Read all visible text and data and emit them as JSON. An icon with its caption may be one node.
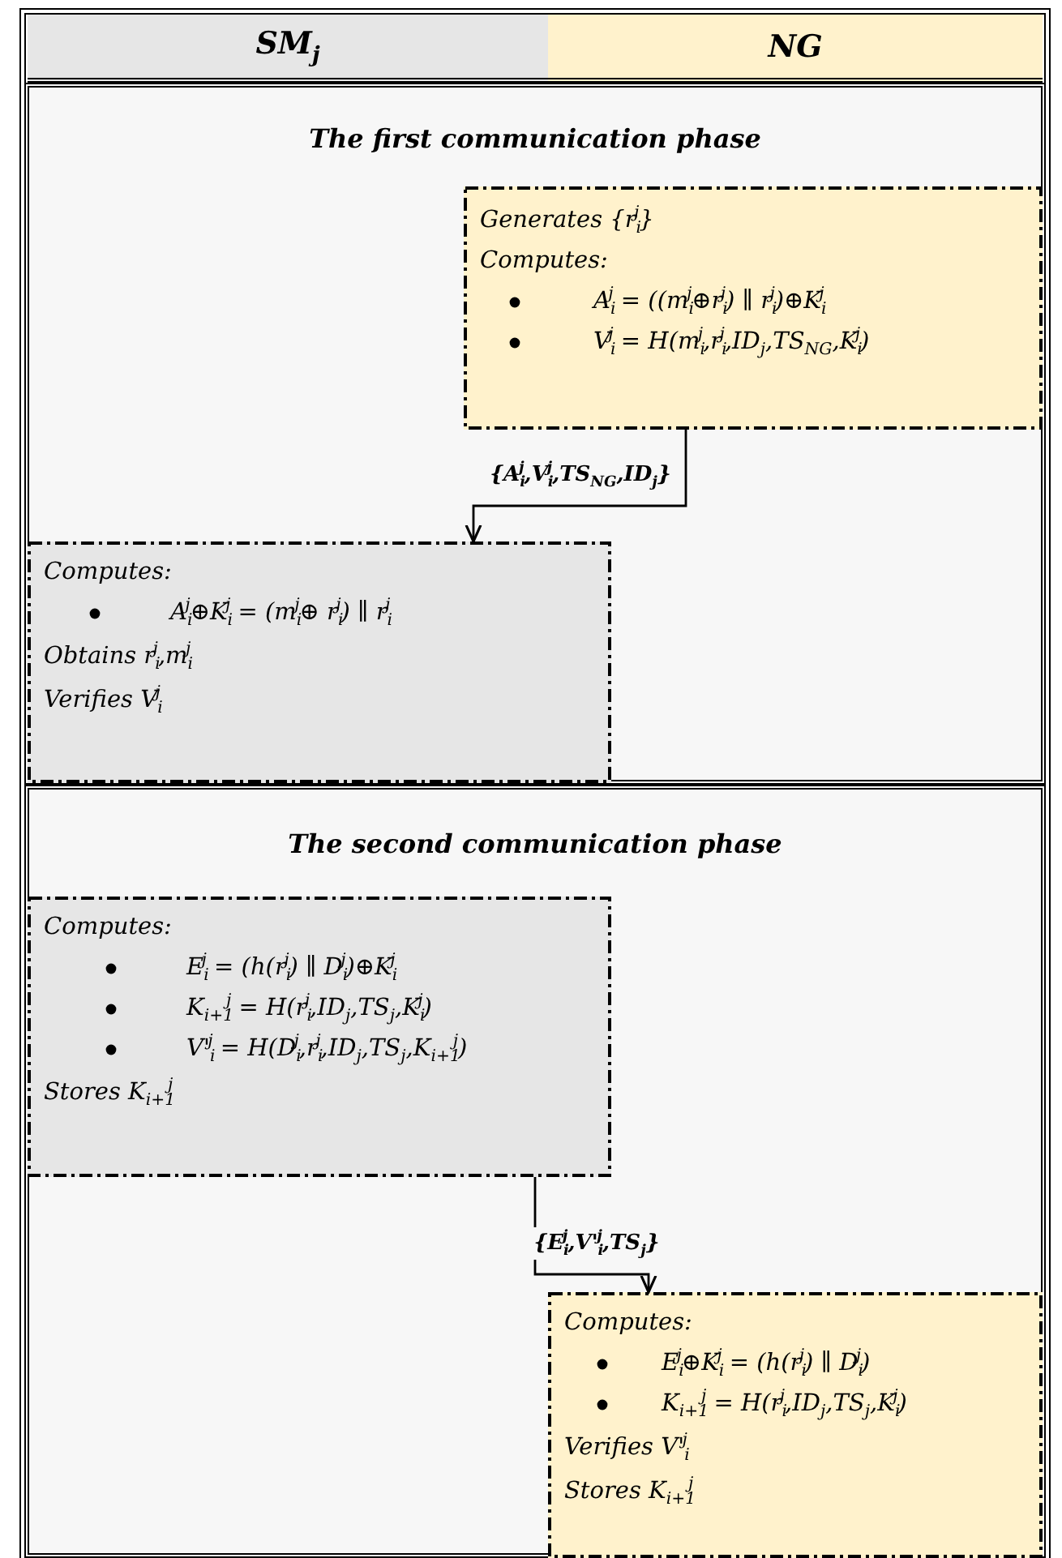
{
  "diagram": {
    "nodes": [
      {
        "text": [
          "SM$_{j}$"
        ]
      },
      {
        "text": [
          "NG"
        ]
      },
      {
        "text": [
          "The first communication phase"
        ]
      },
      {
        "text": [
          "Generates {r$_{i}$$^{j}$}",
          "Computes:",
          "A$_{i}$$^{j}$ = ((m$_{i}$$^{j}$⊕r$_{i}$$^{j}$) ∥ r$_{i}$$^{j}$)⊕K$_{i}$$^{j}$",
          "V$_{i}$$^{j}$ = H(m$_{i}$$^{j}$,r$_{i}$$^{j}$,ID$_{j}$,TS$_{NG}$,K$_{i}$$^{j}$)"
        ],
        "in": 2
      },
      {
        "text": [
          "Computes:",
          "A$_{i}$$^{j}$⊕K$_{i}$$^{j}$ = (m$_{i}$$^{j}$⊕ r$_{i}$$^{j}$) ∥ r$_{i}$$^{j}$",
          "Obtains r$_{i}$$^{j}$,m$_{i}$$^{j}$",
          "Verifies V$_{i}$$^{j}$"
        ],
        "in": 2
      },
      {
        "text": [
          "The second communication phase"
        ]
      },
      {
        "text": [
          "Computes:",
          "E$_{i}$$^{j}$ = (h(r$_{i}$$^{j}$) ∥ D$_{i}$$^{j}$)⊕K$_{i}$$^{j}$",
          "K$_{i+1}$$^{j}$ = H(r$_{i}$$^{j}$,ID$_{j}$,TS$_{j}$,K$_{i}$$^{j}$)",
          "V'$_{i}$$^{j}$ = H(D$_{i}$$^{j}$,r$_{i}$$^{j}$,ID$_{j}$,TS$_{j}$,K$_{i+1}$$^{j}$)",
          "Stores K$_{i+1}$$^{j}$"
        ],
        "in": 5
      },
      {
        "text": [
          "Computes:",
          "E$_{i}$$^{j}$⊕K$_{i}$$^{j}$ = (h(r$_{i}$$^{j}$) ∥ D$_{i}$$^{j}$)",
          "K$_{i+1}$$^{j}$ = H(r$_{i}$$^{j}$,ID$_{j}$,TS$_{j}$,K$_{i}$$^{j}$)",
          "Verifies V'$_{i}$$^{j}$",
          "Stores K$_{i+1}$$^{j}$"
        ],
        "in": 5
      }
    ],
    "edges": [
      {
        "from": 3,
        "to": 4,
        "arrow": "to",
        "label": "{A$_{i}$$^{j}$,V$_{i}$$^{j}$,TS$_{NG}$,ID$_{j}$}"
      },
      {
        "from": 6,
        "to": 7,
        "arrow": "to",
        "label": "{E$_{i}$$^{j}$,V'$_{i}$$^{j}$,TS$_{j}$}"
      }
    ]
  }
}
